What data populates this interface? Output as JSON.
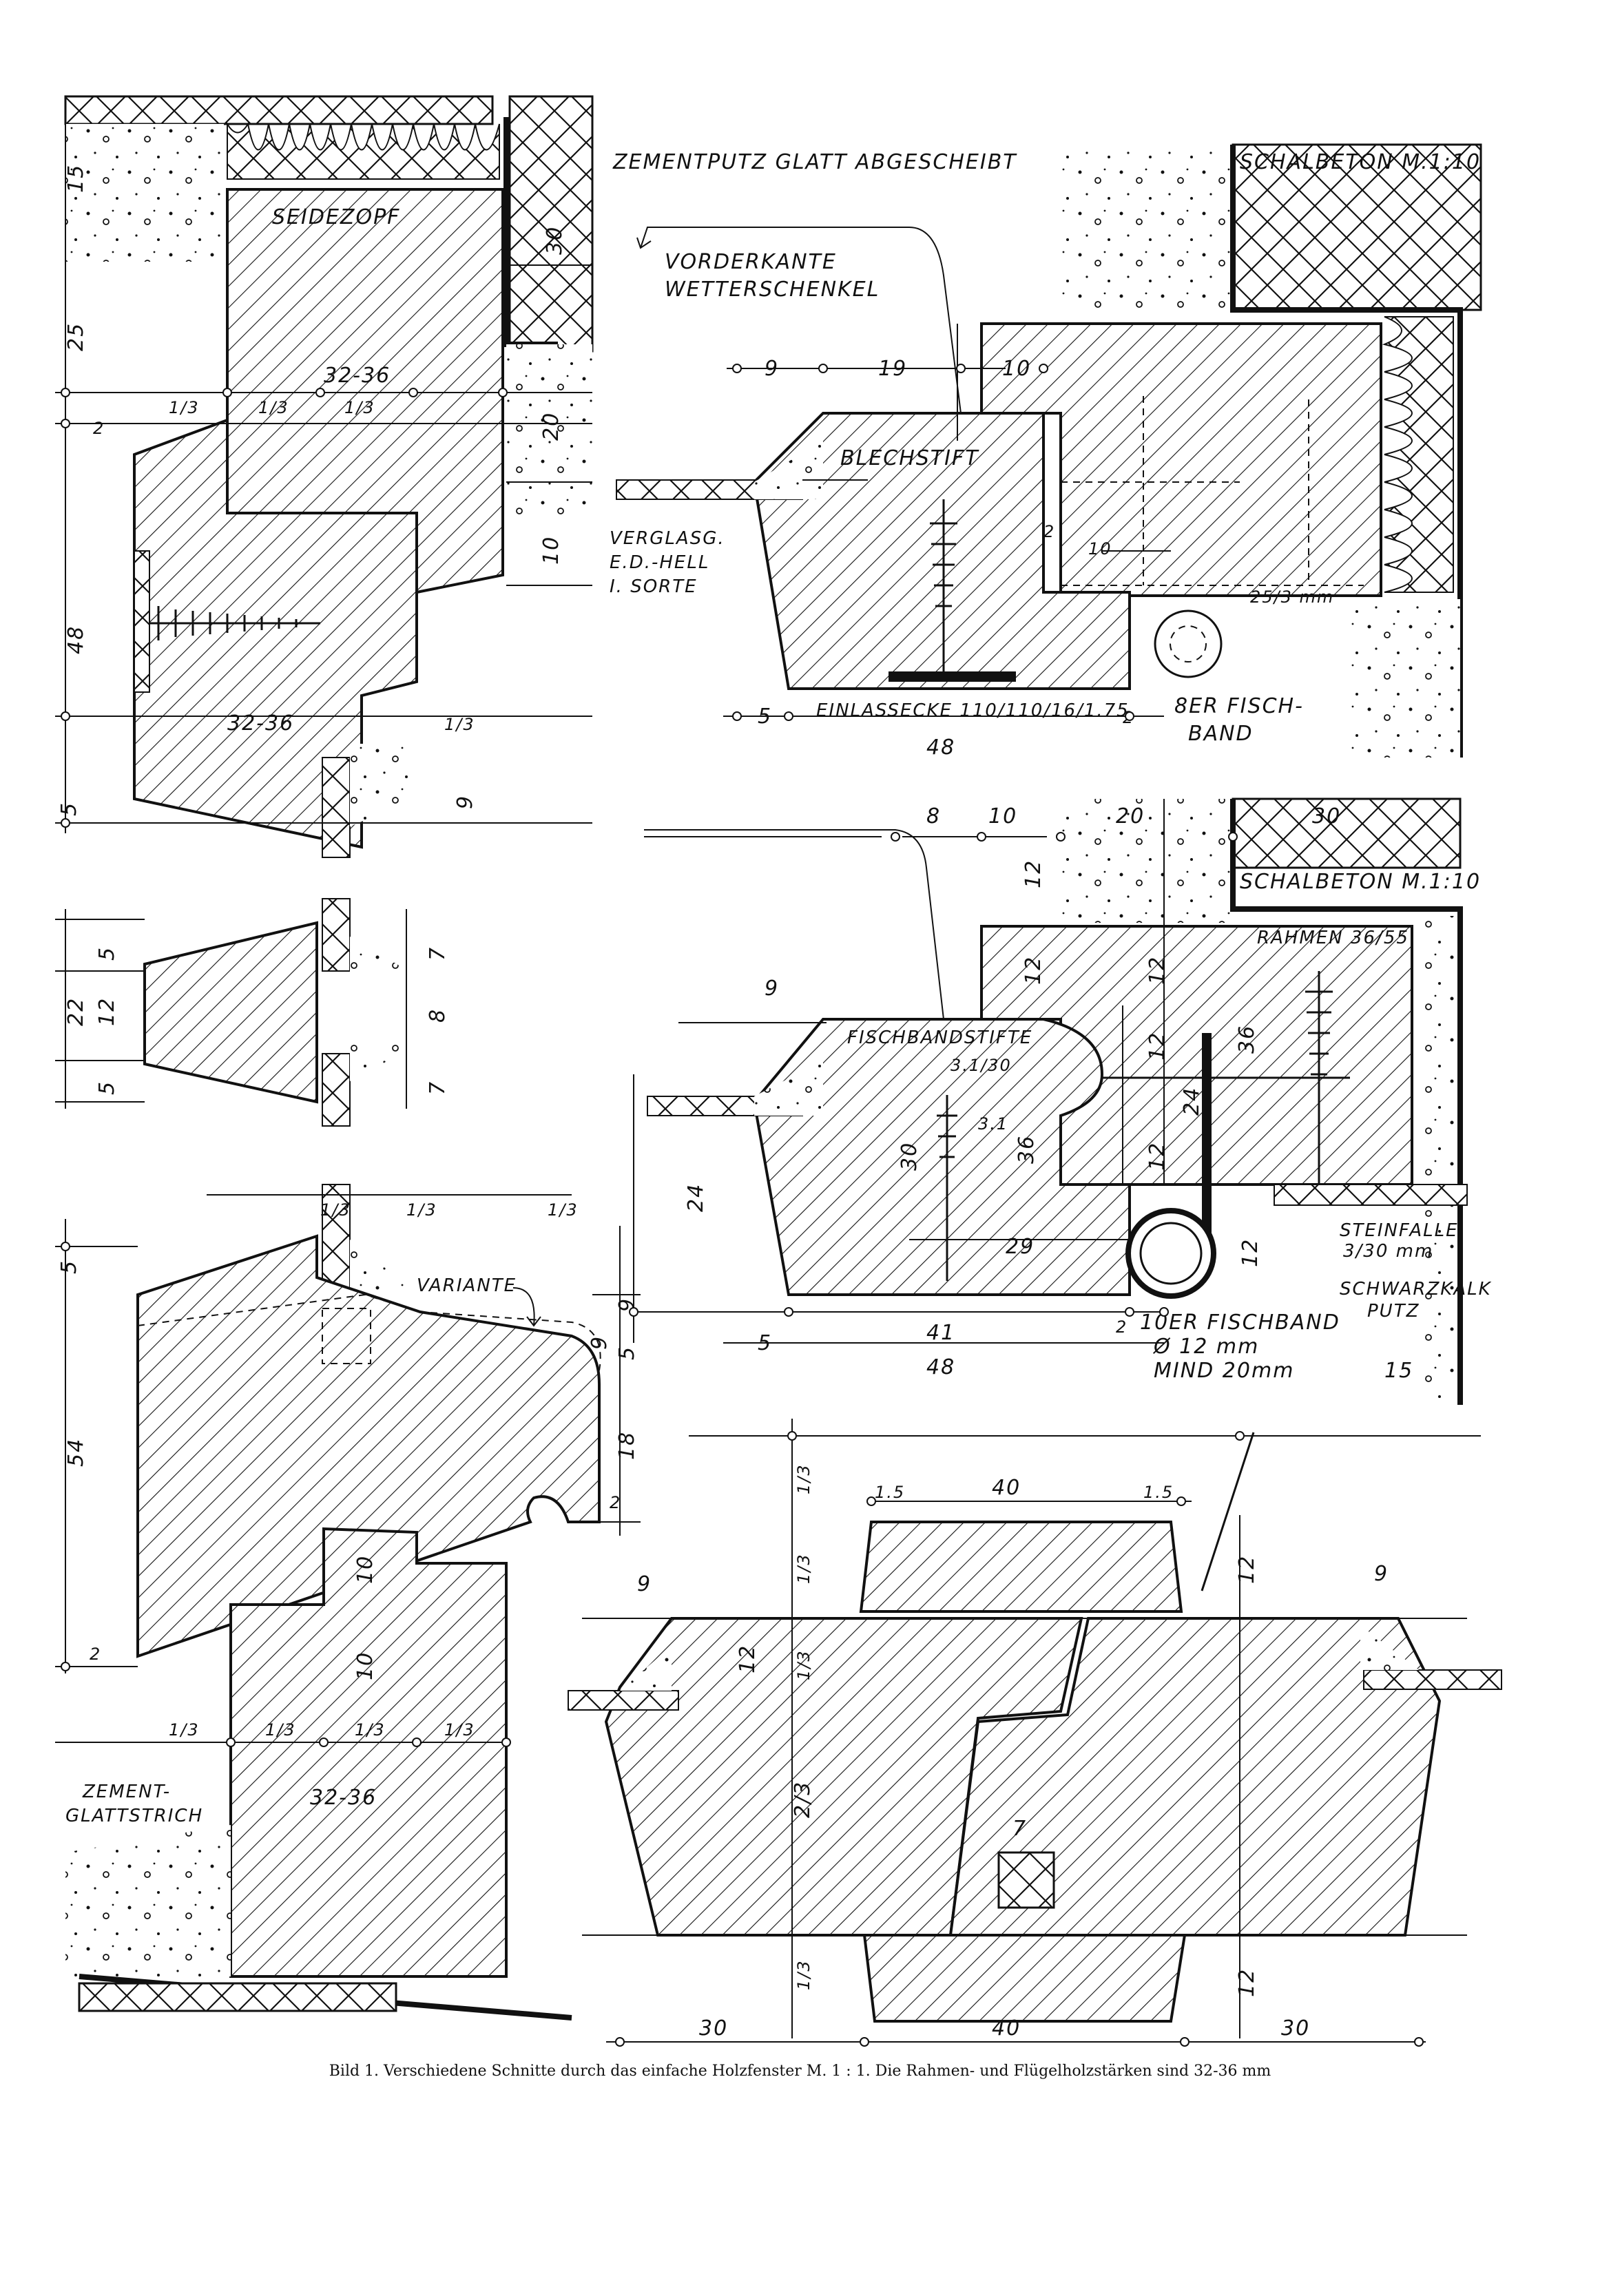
{
  "labels": {
    "seidezopf": "SEIDEZOPF",
    "zementputz": "ZEMENTPUTZ GLATT ABGESCHEIBT",
    "schalbeton_top": "SCHALBETON M.1:10",
    "vorderkante_1": "VORDERKANTE",
    "vorderkante_2": "WETTERSCHENKEL",
    "blechstift": "BLECHSTIFT",
    "verglasg_1": "VERGLASG.",
    "verglasg_2": "E.D.-HELL",
    "verglasg_3": "I. SORTE",
    "einlassecke": "EINLASSECKE 110/110/16/1.75",
    "fischband8_1": "8ER FISCH-",
    "fischband8_2": "BAND",
    "schalbeton_mid": "SCHALBETON M.1:10",
    "rahmen": "RAHMEN 36/55",
    "fischbandstifte": "FISCHBANDSTIFTE",
    "fischbandstifte_dim": "3.1/30",
    "steinfalle_1": "STEINFALLE",
    "steinfalle_2": "3/30 mm",
    "schwarzkalk_1": "SCHWARZKALK",
    "schwarzkalk_2": "PUTZ",
    "fischband10_1": "10ER FISCHBAND",
    "fischband10_2": "Ø 12 mm",
    "fischband10_3": "MIND 20mm",
    "variante": "VARIANTE",
    "zement_1": "ZEMENT-",
    "zement_2": "GLATTSTRICH"
  },
  "dims": {
    "d15_a": "15",
    "d25": "25",
    "d30_a": "30",
    "d32_36_a": "32-36",
    "d1_3_a": "1/3",
    "d1_3_b": "1/3",
    "d1_3_c": "1/3",
    "d20_a": "20",
    "d2_a": "2",
    "d10_a": "10",
    "d48_a": "48",
    "d32_36_b": "32-36",
    "d1_3_d": "1/3",
    "d9_a": "9",
    "d5_a": "5",
    "d9_b": "9",
    "d19": "19",
    "d10_b": "10",
    "d2_b": "2",
    "d10_c": "10",
    "d25_3": "25/3 mm",
    "d5_b": "5",
    "d2_c": "2",
    "d48_b": "48",
    "d22": "22",
    "d12_a": "12",
    "d5_c": "5",
    "d5_d": "5",
    "d7_a": "7",
    "d8_a": "8",
    "d7_b": "7",
    "d8_b": "8",
    "d10_d": "10",
    "d20_b": "20",
    "d30_b": "30",
    "d12_b": "12",
    "d9_c": "9",
    "d12_c": "12",
    "d12_d": "12",
    "d36_a": "36",
    "d12_e": "12",
    "d24_a": "24",
    "d31": "3.1",
    "d30_c": "30",
    "d36_b": "36",
    "d12_f": "12",
    "d24_b": "24",
    "d29": "29",
    "d12_g": "12",
    "d5_e": "5",
    "d41": "41",
    "d2_d": "2",
    "d48_c": "48",
    "d15_b": "15",
    "d1_3_e": "1/3",
    "d1_3_f": "1/3",
    "d1_3_g": "1/3",
    "d5_f": "5",
    "d9_d": "9",
    "d5_g": "5",
    "d9_e": "9",
    "d54": "54",
    "d18": "18",
    "d2_e": "2",
    "d10_e": "10",
    "d10_f": "10",
    "d2_f": "2",
    "d1_3_h": "1/3",
    "d1_3_i": "1/3",
    "d1_3_j": "1/3",
    "d1_3_k": "1/3",
    "d32_36_c": "32-36",
    "d40_a": "40",
    "d15_c": "1.5",
    "d15_d": "1.5",
    "d1_3_l": "1/3",
    "d1_3_m": "1/3",
    "d12_h": "12",
    "d9_f": "9",
    "d9_g": "9",
    "d12_i": "12",
    "d1_3_n": "1/3",
    "d2_3": "2/3",
    "d7_c": "7",
    "d1_3_o": "1/3",
    "d12_j": "12",
    "d30_d": "30",
    "d40_b": "40",
    "d30_e": "30"
  },
  "caption": "Bild 1. Verschiedene Schnitte durch das einfache Holzfenster M. 1 : 1. Die Rahmen- und Flügelholzstärken sind 32-36 mm"
}
